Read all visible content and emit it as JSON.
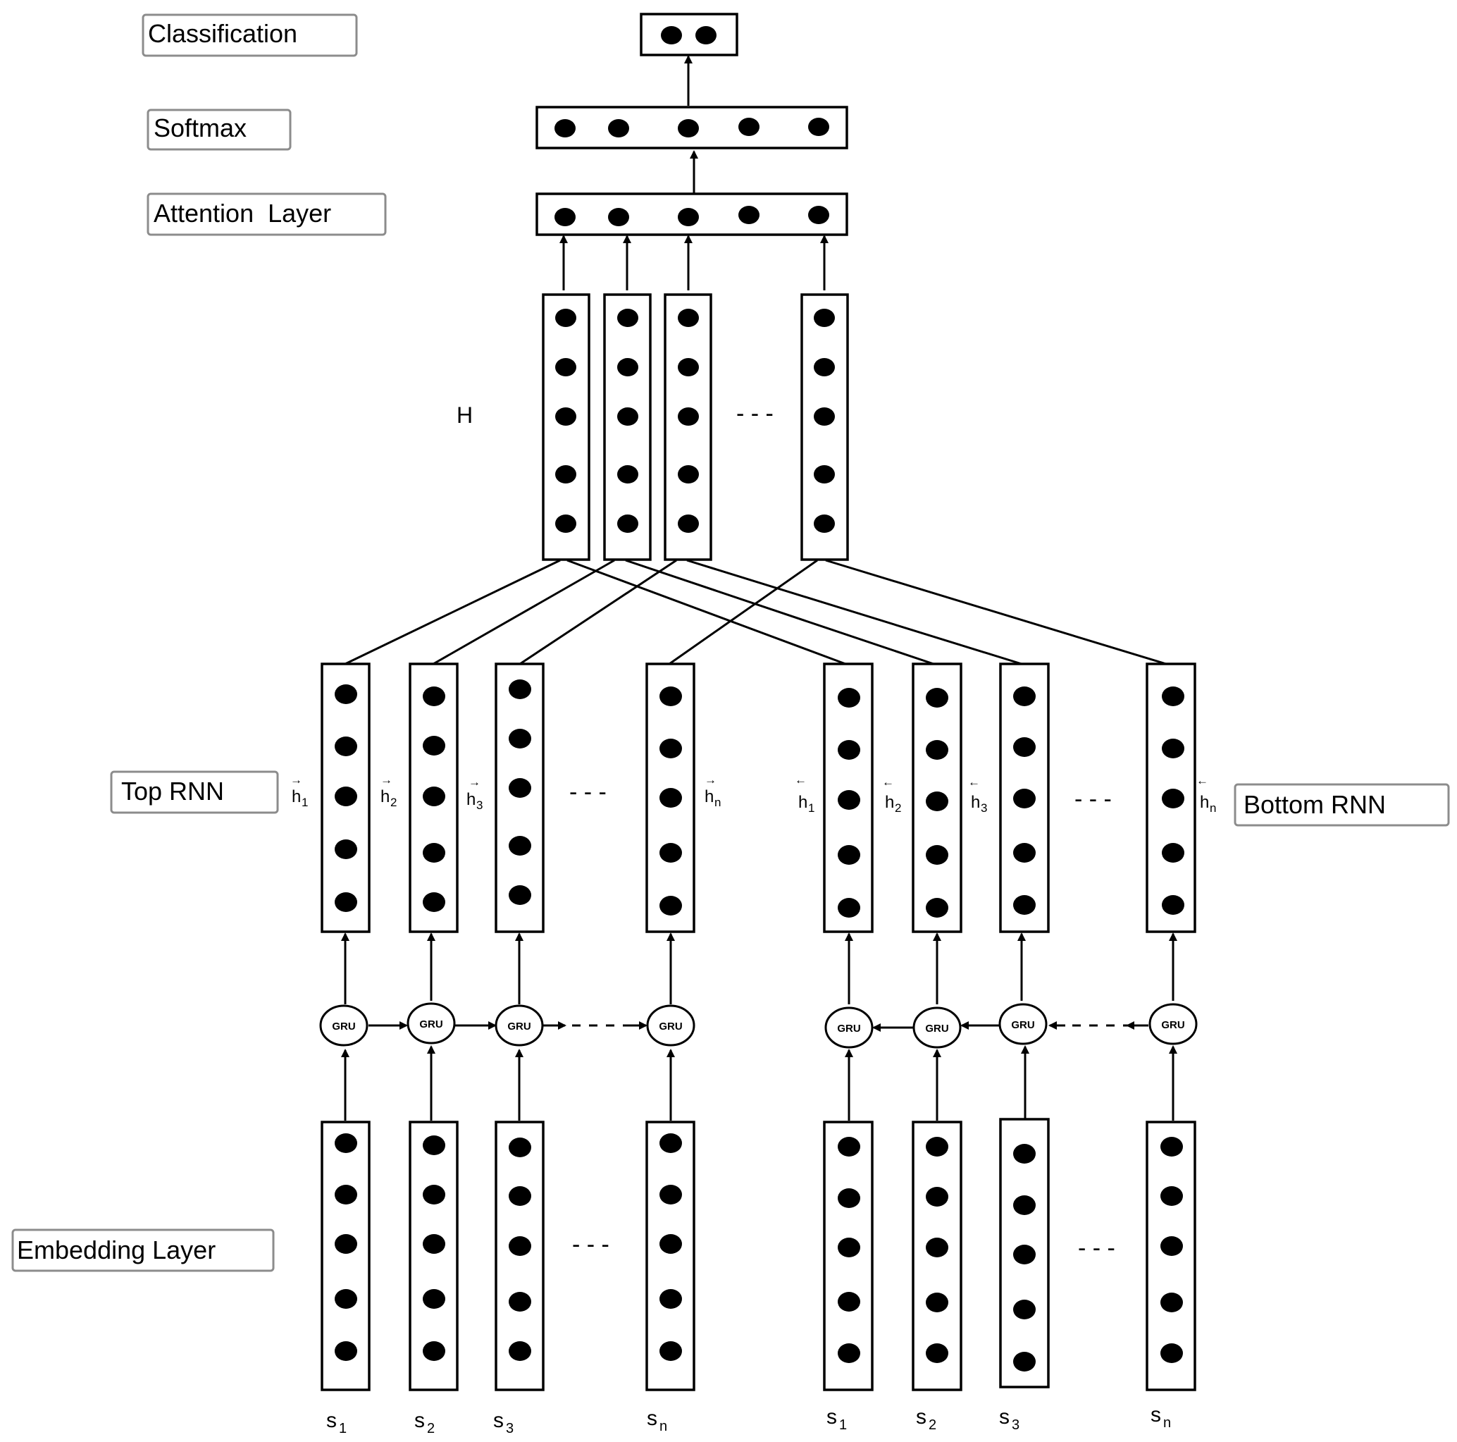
{
  "labels": {
    "classification": "Classification",
    "softmax": "Softmax",
    "attention": "Attention  Layer",
    "top_rnn": "Top RNN",
    "bottom_rnn": "Bottom RNN",
    "embedding": "Embedding Layer",
    "h_matrix": "H"
  },
  "gru_label": "GRU",
  "ellipsis": "- - -",
  "arrow_right": "→",
  "arrow_left": "←",
  "forward_states": [
    {
      "main": "h",
      "idx": "1"
    },
    {
      "main": "h",
      "idx": "2"
    },
    {
      "main": "h",
      "idx": "3"
    },
    {
      "main": "h",
      "idx": "n"
    }
  ],
  "backward_states": [
    {
      "main": "h",
      "idx": "1"
    },
    {
      "main": "h",
      "idx": "2"
    },
    {
      "main": "h",
      "idx": "3"
    },
    {
      "main": "h",
      "idx": "n"
    }
  ],
  "inputs_left": [
    {
      "main": "s",
      "idx": "1"
    },
    {
      "main": "s",
      "idx": "2"
    },
    {
      "main": "s",
      "idx": "3"
    },
    {
      "main": "s",
      "idx": "n"
    }
  ],
  "inputs_right": [
    {
      "main": "s",
      "idx": "1"
    },
    {
      "main": "s",
      "idx": "2"
    },
    {
      "main": "s",
      "idx": "3"
    },
    {
      "main": "s",
      "idx": "n"
    }
  ]
}
